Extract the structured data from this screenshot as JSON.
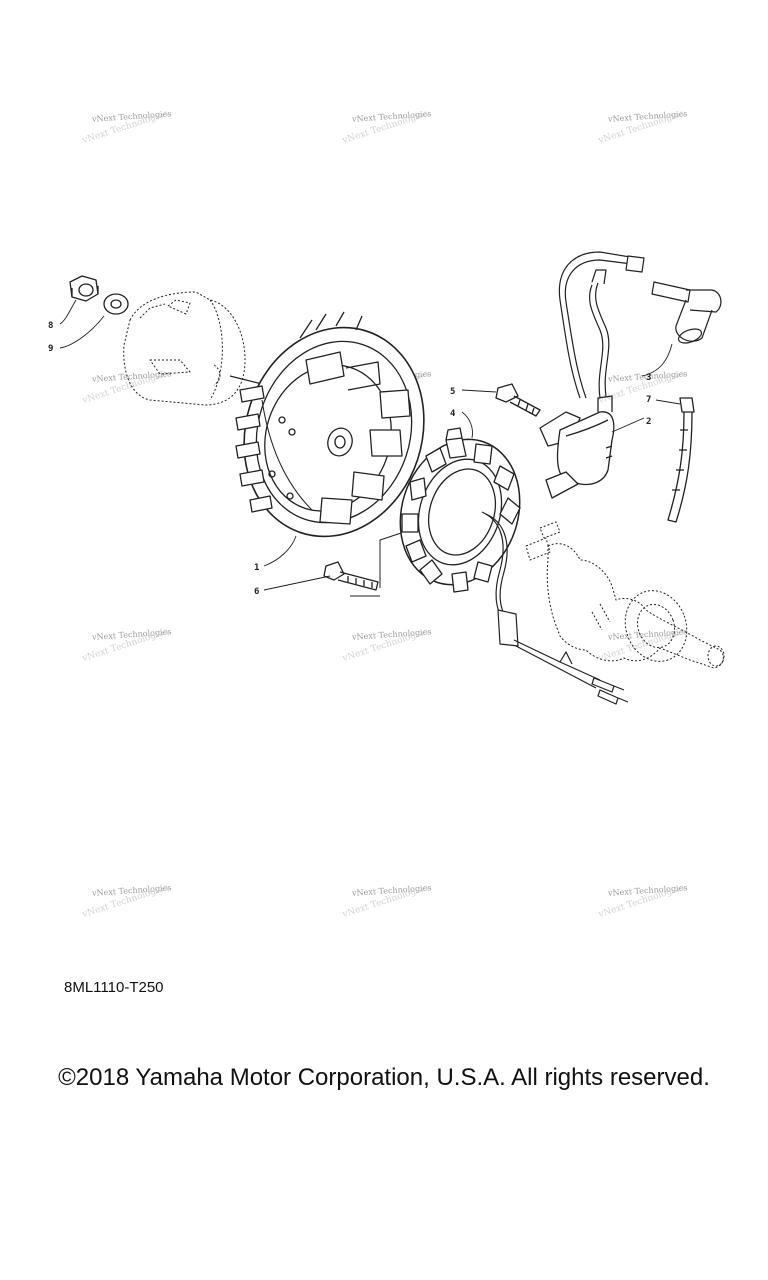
{
  "diagram": {
    "callouts": [
      "1",
      "2",
      "3",
      "4",
      "5",
      "6",
      "7",
      "8",
      "9"
    ],
    "watermark_text": "vNext Technologies"
  },
  "footer": {
    "part_number": "8ML1110-T250",
    "copyright": "©2018 Yamaha Motor Corporation, U.S.A. All rights reserved."
  }
}
